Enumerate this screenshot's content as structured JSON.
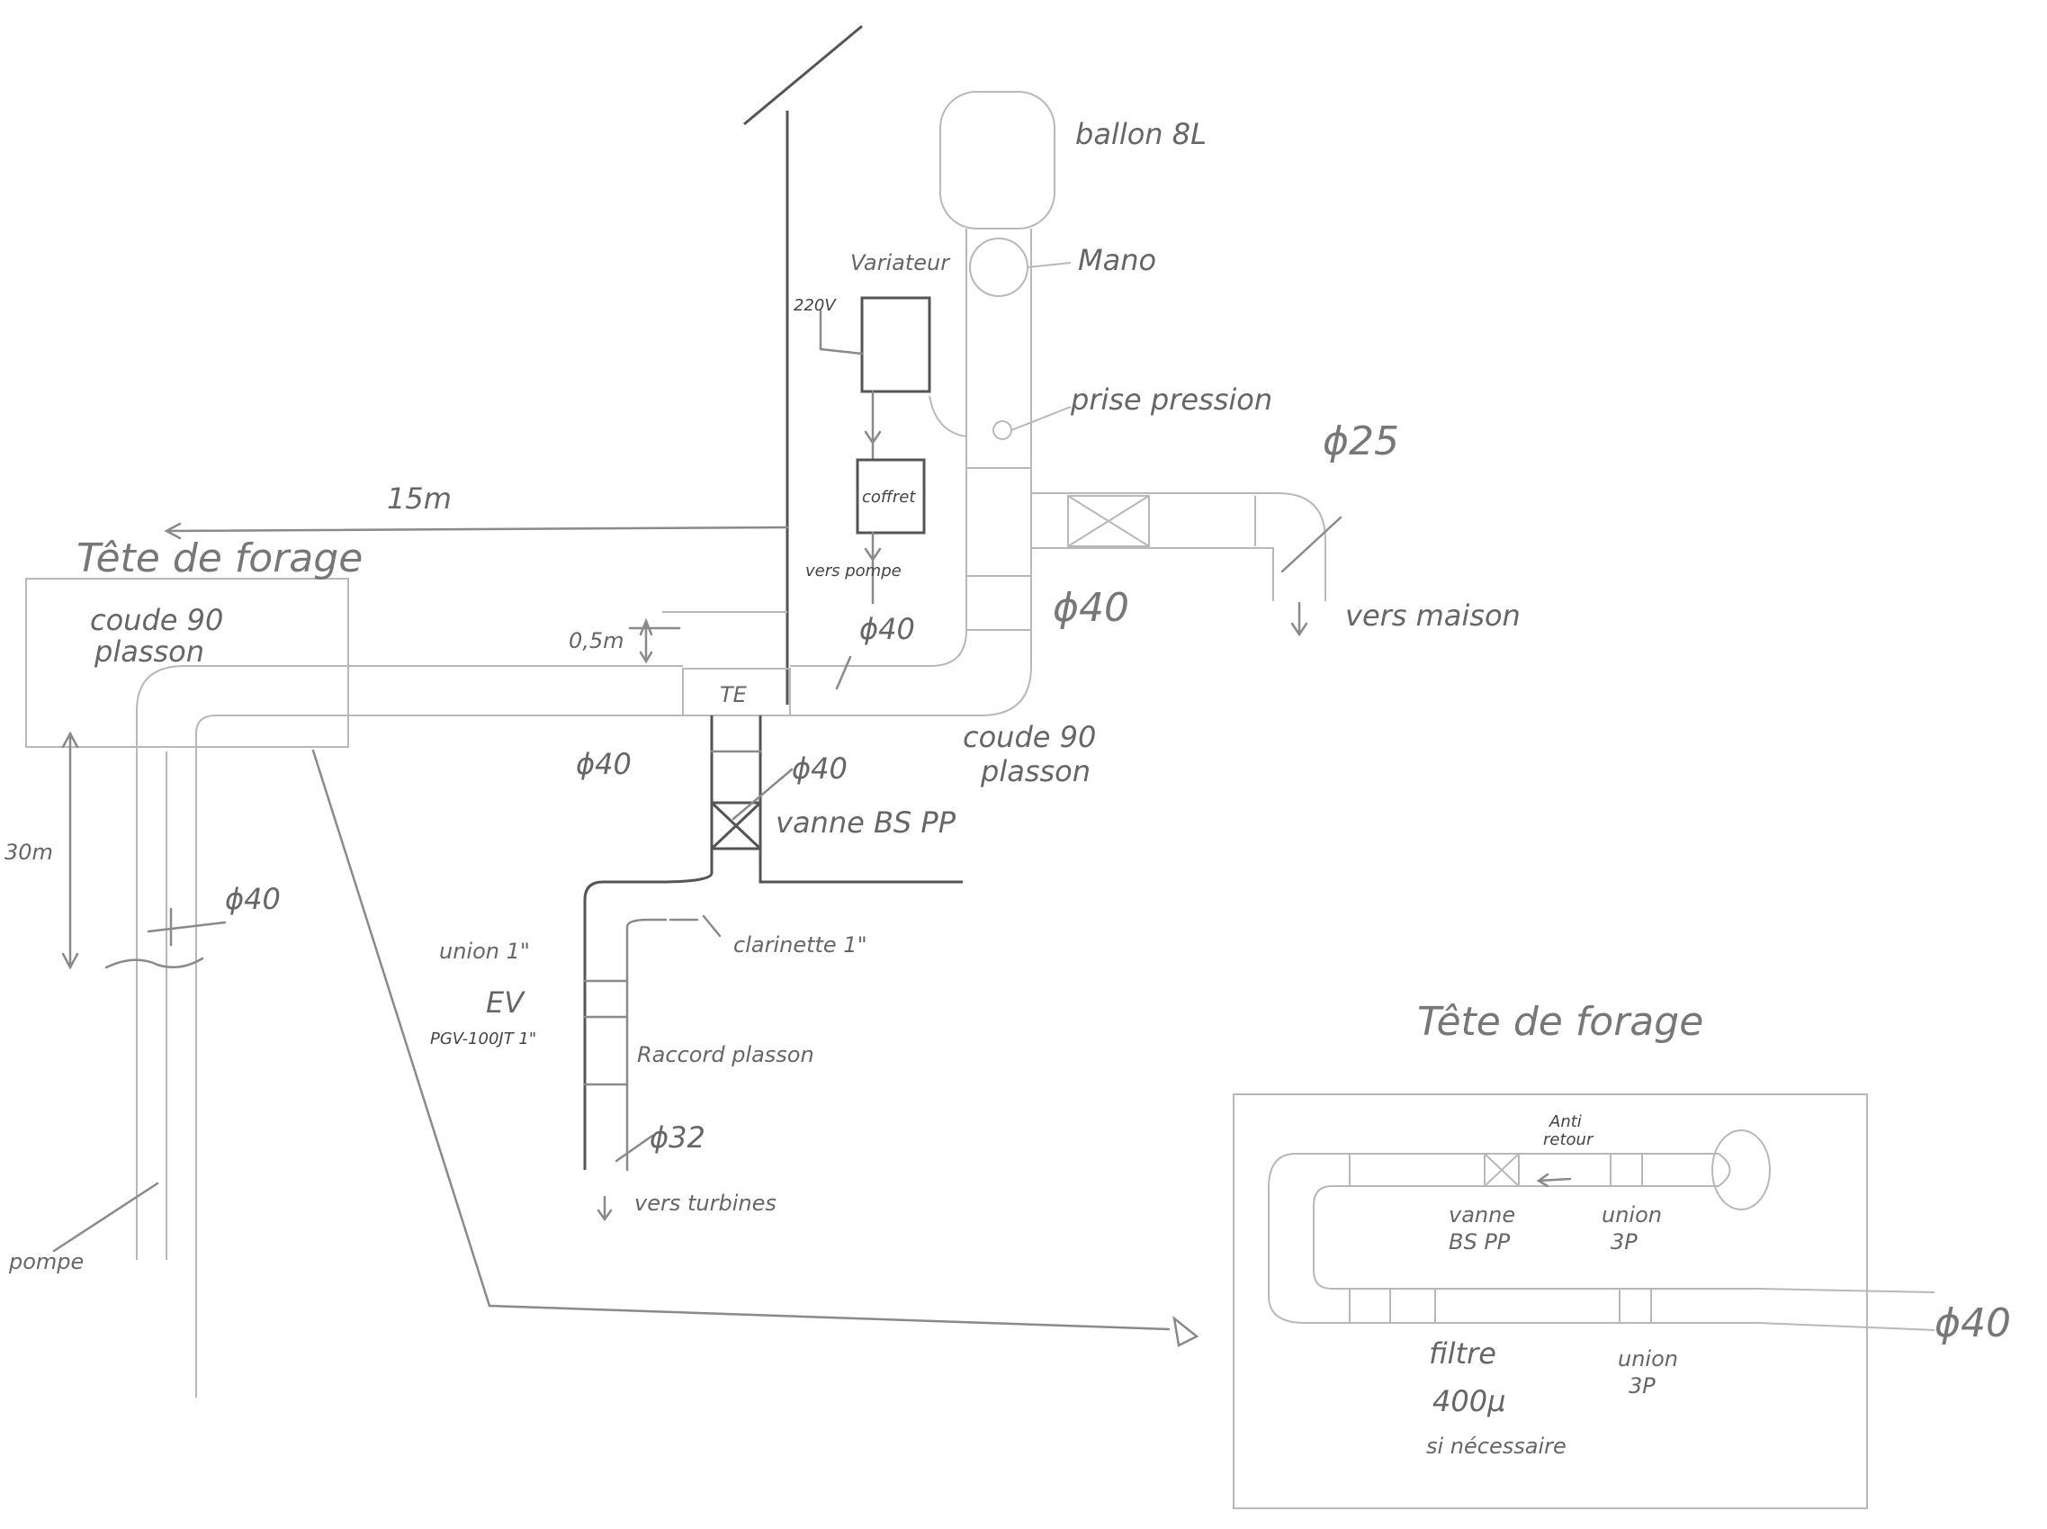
{
  "title": "Tête de forage",
  "labels": {
    "ballon": "ballon 8L",
    "mano": "Mano",
    "variateur": "Variateur",
    "voltage": "220V",
    "coffret": "coffret",
    "vers_pompe": "vers pompe",
    "prise_pression": "prise pression",
    "d25": "ϕ25",
    "d40_right": "ϕ40",
    "vers_maison": "vers maison",
    "distance_15m": "15m",
    "tete_forage_left": "Tête de forage",
    "coude_left_1": "coude 90",
    "coude_left_2": "plasson",
    "dist_05m": "0,5m",
    "d40_top": "ϕ40",
    "te": "TE",
    "d40_horiz": "ϕ40",
    "coude_right_1": "coude 90",
    "coude_right_2": "plasson",
    "d40_down": "ϕ40",
    "vanne": "vanne BS PP",
    "depth_30m": "30m",
    "d40_well": "ϕ40",
    "union": "union 1\"",
    "clarinette": "clarinette 1\"",
    "ev_1": "EV",
    "ev_2": "PGV-100JT 1\"",
    "raccord": "Raccord plasson",
    "d32": "ϕ32",
    "vers_turbines": "vers turbines",
    "pompe": "pompe"
  },
  "detail": {
    "title": "Tête de forage",
    "anti_1": "Anti",
    "anti_2": "retour",
    "vanne_1": "vanne",
    "vanne_2": "BS PP",
    "union_top_1": "union",
    "union_top_2": "3P",
    "filtre_1": "filtre",
    "filtre_2": "400µ",
    "filtre_3": "si nécessaire",
    "union_bot_1": "union",
    "union_bot_2": "3P",
    "d40": "ϕ40"
  }
}
